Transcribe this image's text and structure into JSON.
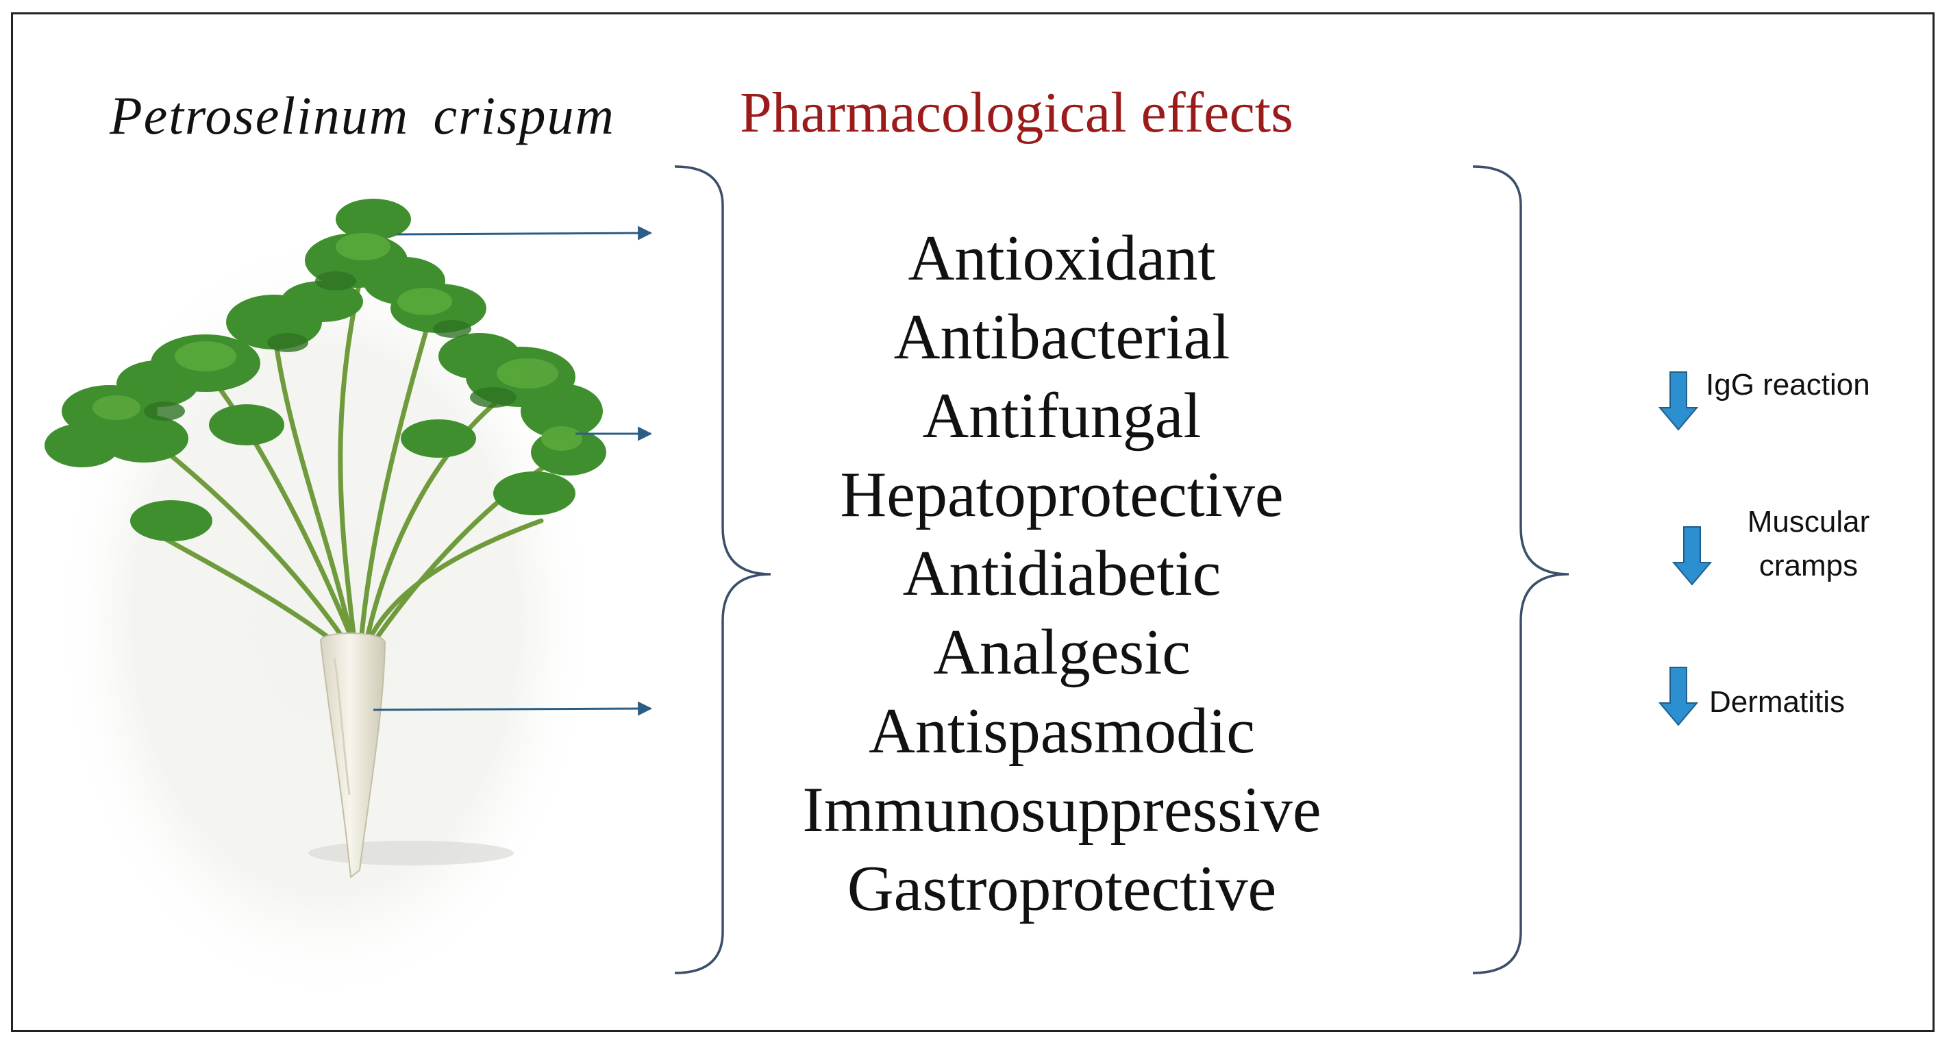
{
  "species": "Petroselinum crispum",
  "heading": "Pharmacological effects",
  "effects": [
    "Antioxidant",
    "Antibacterial",
    "Antifungal",
    "Hepatoprotective",
    "Antidiabetic",
    "Analgesic",
    "Antispasmodic",
    "Immunosuppressive",
    "Gastroprotective"
  ],
  "outcomes": [
    {
      "line1": "IgG reaction",
      "line2": ""
    },
    {
      "line1": "Muscular",
      "line2": "cramps"
    },
    {
      "line1": "Dermatitis",
      "line2": ""
    }
  ],
  "outcome_indicator": "decrease-arrow",
  "colors": {
    "heading": "#9b1b1b",
    "arrow_fill": "#2b8fd0",
    "arrow_stroke": "#1d5e8a",
    "bracket": "#3b4f6b",
    "connector": "#2c5d85",
    "leaf": "#3f8f2e",
    "root": "#eeeadb"
  }
}
